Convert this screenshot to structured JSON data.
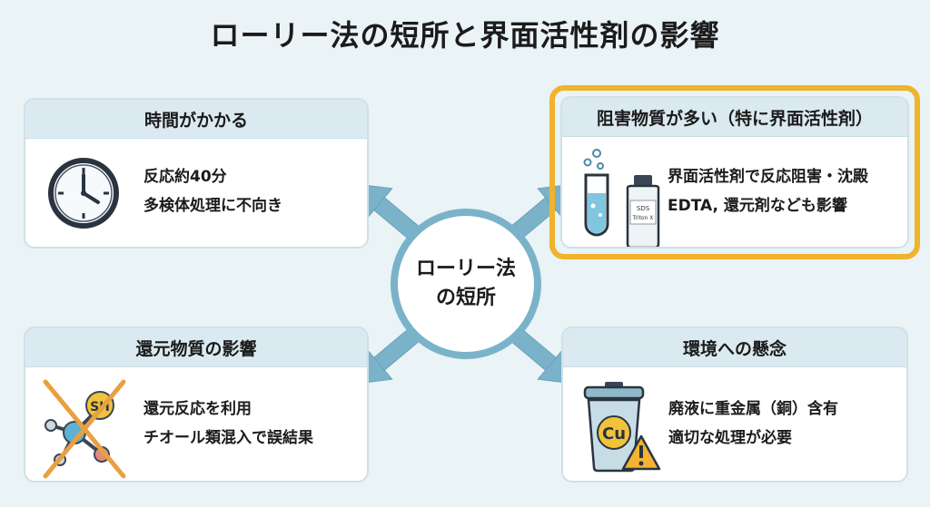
{
  "title": "ローリー法の短所と界面活性剤の影響",
  "center": {
    "line1": "ローリー法",
    "line2": "の短所"
  },
  "cards": {
    "time": {
      "header": "時間がかかる",
      "line1": "反応約40分",
      "line2": "多検体処理に不向き"
    },
    "inhibitor": {
      "header": "阻害物質が多い（特に界面活性剤）",
      "line1": "界面活性剤で反応阻害・沈殿",
      "line2": "EDTA, 還元剤なども影響",
      "bottle_label1": "SDS",
      "bottle_label2": "Triton X"
    },
    "reducing": {
      "header": "還元物質の影響",
      "line1": "還元反応を利用",
      "line2": "チオール類混入で誤結果",
      "molecule_label": "SH"
    },
    "environment": {
      "header": "環境への懸念",
      "line1": "廃液に重金属（銅）含有",
      "line2": "適切な処理が必要",
      "bin_label": "Cu"
    }
  },
  "colors": {
    "highlight": "#f0b32c",
    "arrow": "#7ab3c9",
    "header_bg": "#dbeaf0",
    "cross": "#e8a040"
  }
}
